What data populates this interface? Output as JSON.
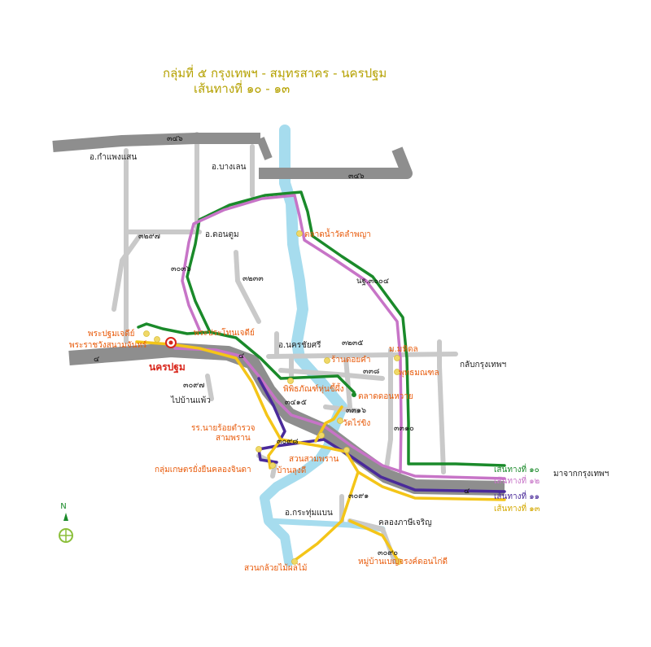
{
  "title": {
    "line1": "กลุ่มที่ ๕ กรุงเทพฯ - สมุทรสาคร - นครปฐม",
    "line2": "เส้นทางที่ ๑๐ - ๑๓"
  },
  "colors": {
    "route10": "#1a8a2a",
    "route12": "#c774c7",
    "route11": "#4a2a9a",
    "route13": "#f4c518",
    "road_minor": "#c9c9c9",
    "road_major": "#8e8e8e",
    "river": "#a6dcee",
    "poi_text": "#e85a0a",
    "poi_dot": "#f0d868"
  },
  "road_numbers": {
    "r346_top": "๓๔๖",
    "r346_right": "๓๔๖",
    "r3297": "๓๒๙๗",
    "r3036": "๓๐๓๖",
    "r3233": "๓๒๓๓",
    "r3235": "๓๒๓๕",
    "r3004": "นฐ.๓๐๐๔",
    "r338": "๓๓๘",
    "r3097": "๓๐๙๗",
    "r4_left": "๔",
    "r4_mid": "๔",
    "r4_right": "๔",
    "r3415": "๓๔๑๕",
    "r3316": "๓๓๑๖",
    "r3310": "๓๓๑๐",
    "r3098": "๓๐๙๘",
    "r3091": "๓๐๙๑",
    "r3090": "๓๐๙๐"
  },
  "places": {
    "kamphaengsaen": "อ.กำแพงแสน",
    "banglen": "อ.บางเลน",
    "dontum": "อ.ดอนตูม",
    "nakhonchaisi": "อ.นครชัยศรี",
    "ban_phaeo": "ไปบ้านแพ้ว",
    "krathumbaen": "อ.กระทุ่มแบน",
    "back_bangkok": "กลับกรุงเทพฯ",
    "from_bangkok": "มาจากกรุงเทพฯ",
    "khlong_phasi": "คลองภาษีเจริญ",
    "nakhon_pathom": "นครปฐม"
  },
  "pois": {
    "talat_wat_lamphaya": "ตลาดน้ำวัดลำพญา",
    "phra_pathom_chedi": "พระปฐมเจดีย์",
    "sanam_chan": "พระราชวังสนามจันทร์",
    "phra_prathon": "พระประโทนเจดีย์",
    "mahidol": "ม.มหิดล",
    "phutthamonthon": "พุทธมณฑล",
    "ran_doikham": "ร้านดอยคำ",
    "hall_thung": "พิพิธภัณฑ์หุ่นขี้ผึ้ง",
    "talat_don_wai": "ตลาดดอนหวาย",
    "wat_rai_khing": "วัดไร่ขิง",
    "police_school": "รร.นายร้อยตำรวจ",
    "sam_phran": "สามพราน",
    "suan_sam_phran": "สวนสามพราน",
    "ban_lung_di": "บ้านลุงดี",
    "farm_group": "กลุ่มเกษตรยั่งยืนคลองจินดา",
    "suan_kluai": "สวนกล้วยไม้ผลไม้",
    "mu_ban_benjarong": "หมู่บ้านเบญจรงค์ดอนไก่ดี"
  },
  "legend": [
    {
      "label": "เส้นทางที่ ๑๐",
      "color": "#1a8a2a"
    },
    {
      "label": "เส้นทางที่ ๑๒",
      "color": "#c774c7"
    },
    {
      "label": "เส้นทางที่ ๑๑",
      "color": "#4a2a9a"
    },
    {
      "label": "เส้นทางที่ ๑๓",
      "color": "#f4c518"
    }
  ],
  "compass": {
    "label": "N"
  }
}
